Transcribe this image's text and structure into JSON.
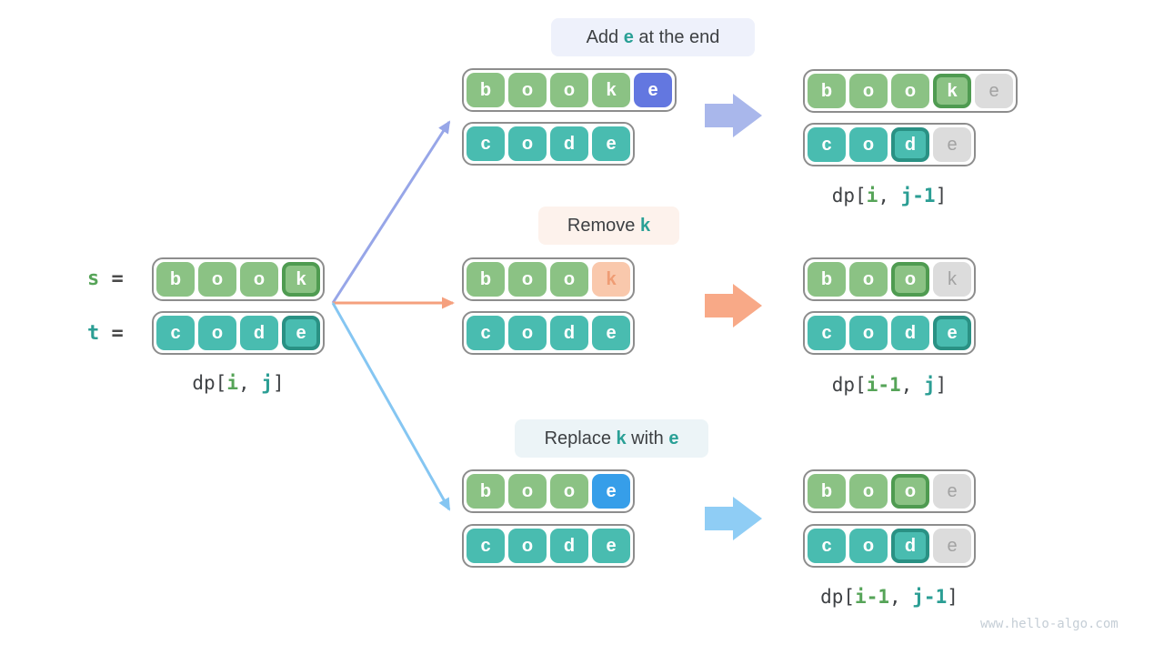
{
  "source": {
    "s_name": "s",
    "t_name": "t",
    "eq": " ="
  },
  "strips": {
    "left_s": [
      "b",
      "o",
      "o",
      "k"
    ],
    "left_t": [
      "c",
      "o",
      "d",
      "e"
    ],
    "add_s": [
      "b",
      "o",
      "o",
      "k",
      "e"
    ],
    "add_t": [
      "c",
      "o",
      "d",
      "e"
    ],
    "add_rs": [
      "b",
      "o",
      "o",
      "k",
      "e"
    ],
    "add_rt": [
      "c",
      "o",
      "d",
      "e"
    ],
    "remove_s": [
      "b",
      "o",
      "o",
      "k"
    ],
    "remove_t": [
      "c",
      "o",
      "d",
      "e"
    ],
    "remove_rs": [
      "b",
      "o",
      "o",
      "k"
    ],
    "remove_rt": [
      "c",
      "o",
      "d",
      "e"
    ],
    "replace_s": [
      "b",
      "o",
      "o",
      "e"
    ],
    "replace_t": [
      "c",
      "o",
      "d",
      "e"
    ],
    "replace_rs": [
      "b",
      "o",
      "o",
      "e"
    ],
    "replace_rt": [
      "c",
      "o",
      "d",
      "e"
    ]
  },
  "pills": {
    "add": {
      "pre": "Add ",
      "hl1": "e",
      "post": " at the end"
    },
    "remove": {
      "pre": "Remove ",
      "hl1": "k",
      "post": ""
    },
    "replace": {
      "pre": "Replace ",
      "hl1": "k",
      "mid": " with ",
      "hl2": "e"
    }
  },
  "dp_labels": {
    "source": {
      "prefix": "dp[",
      "i": "i",
      "sep": ", ",
      "j": "j",
      "suffix": "]"
    },
    "add": {
      "prefix": "dp[",
      "i": "i",
      "sep": ", ",
      "j": "j-1",
      "suffix": "]"
    },
    "remove": {
      "prefix": "dp[",
      "i": "i-1",
      "sep": ", ",
      "j": "j",
      "suffix": "]"
    },
    "replace": {
      "prefix": "dp[",
      "i": "i-1",
      "sep": ", ",
      "j": "j-1",
      "suffix": "]"
    }
  },
  "watermark": "www.hello-algo.com",
  "colors": {
    "green_cell": "#8bc284",
    "green_highlight_border": "#4f9b51",
    "teal_cell": "#49bcb0",
    "teal_highlight_border": "#2a9184",
    "periwinkle_cell": "#6377e0",
    "blue_cell": "#369ee9",
    "salmon_cell_bg": "#f9c8ac",
    "salmon_cell_text": "#ef9c74",
    "gray_cell_bg": "#dcdcdc",
    "gray_cell_text": "#a2a2a2",
    "pill_add_bg": "#eef1fb",
    "pill_remove_bg": "#fdf2ec",
    "pill_replace_bg": "#ecf4f7",
    "pill_text": "#3d4043",
    "pill_highlight_text": "#2aa096",
    "arrow_add": "#97a6e8",
    "arrow_remove": "#f5a07e",
    "arrow_replace": "#85c6f2",
    "block_arrow_add": "#a9b7eb",
    "block_arrow_remove": "#f8a987",
    "block_arrow_replace": "#8fcdf5",
    "code_green": "#56a458",
    "code_teal": "#2b9e94",
    "dp_text": "#3f4245",
    "watermark_text": "#c5ced6"
  }
}
